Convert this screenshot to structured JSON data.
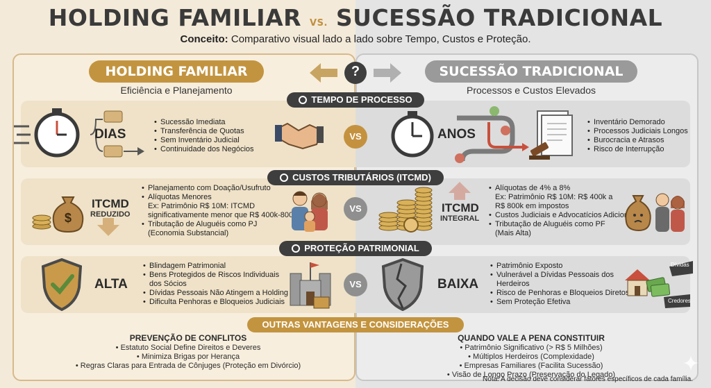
{
  "title": {
    "part1": "HOLDING FAMILIAR",
    "vs": "VS.",
    "part2": "SUCESSÃO TRADICIONAL"
  },
  "concept": {
    "label": "Conceito:",
    "text": "Comparativo visual lado a lado sobre Tempo, Custos e Proteção."
  },
  "center_symbol": "?",
  "left": {
    "header": "HOLDING FAMILIAR",
    "subtitle": "Eficiência e Planejamento",
    "time": {
      "big": "DIAS",
      "bullets": [
        "Sucessão Imediata",
        "Transferência de Quotas",
        "Sem Inventário Judicial",
        "Continuidade dos Negócios"
      ]
    },
    "cost": {
      "big": "ITCMD",
      "small": "REDUZIDO",
      "bullets": [
        "Planejamento com Doação/Usufruto",
        "Alíquotas Menores",
        "Ex: Patrimônio R$ 10M: ITCMD",
        "significativamente menor que R$ 400k-800k",
        "Tributação de Aluguéis como PJ",
        "(Economia Substancial)"
      ]
    },
    "protection": {
      "big": "ALTA",
      "bullets": [
        "Blindagem Patrimonial",
        "Bens Protegidos de Riscos Individuais",
        "dos Sócios",
        "Dívidas Pessoais Não Atingem a Holding",
        "Dificulta Penhoras e Bloqueios Judiciais"
      ]
    },
    "footer": {
      "heading": "PREVENÇÃO DE CONFLITOS",
      "items": [
        "Estatuto Social Define Direitos e Deveres",
        "Minimiza Brigas por Herança",
        "Regras Claras para Entrada de Cônjuges (Proteção em Divórcio)"
      ]
    }
  },
  "right": {
    "header": "SUCESSÃO TRADICIONAL",
    "subtitle": "Processos e Custos Elevados",
    "time": {
      "big": "ANOS",
      "bullets": [
        "Inventário Demorado",
        "Processos Judiciais Longos",
        "Burocracia e Atrasos",
        "Risco de Interrupção"
      ]
    },
    "cost": {
      "big": "ITCMD",
      "small": "INTEGRAL",
      "bullets": [
        "Alíquotas de 4% a 8%",
        "Ex: Patrimônio R$ 10M: R$ 400k a",
        "R$ 800k em impostos",
        "Custos Judiciais e Advocatícios Adicionais",
        "Tributação de Aluguéis como PF",
        "(Mais Alta)"
      ]
    },
    "protection": {
      "big": "BAIXA",
      "bullets": [
        "Patrimônio Exposto",
        "Vulnerável a Dívidas Pessoais dos",
        "Herdeiros",
        "Risco de Penhoras e Bloqueios Diretos",
        "Sem Proteção Efetiva"
      ],
      "tag_debts": "Dívidas",
      "tag_creditors": "Credores"
    },
    "footer": {
      "heading": "QUANDO VALE A PENA CONSTITUIR",
      "items": [
        "Patrimônio Significativo (> R$ 5 Milhões)",
        "Múltiplos Herdeiros (Complexidade)",
        "Empresas Familiares (Facilita Sucessão)",
        "Visão de Longo Prazo (Preservação do Legado)"
      ]
    }
  },
  "sections": {
    "time": "TEMPO DE PROCESSO",
    "cost": "CUSTOS TRIBUTÁRIOS (ITCMD)",
    "protection": "PROTEÇÃO PATRIMONIAL",
    "others": "OUTRAS VANTAGENS E CONSIDERAÇÕES"
  },
  "vs_label": "VS",
  "note": "Nota: A decisão deve considerar fatores específicos de cada família.",
  "colors": {
    "gold": "#c3943f",
    "gray": "#9a9a9a",
    "dark": "#3e3e3e",
    "red": "#c25a4a"
  }
}
